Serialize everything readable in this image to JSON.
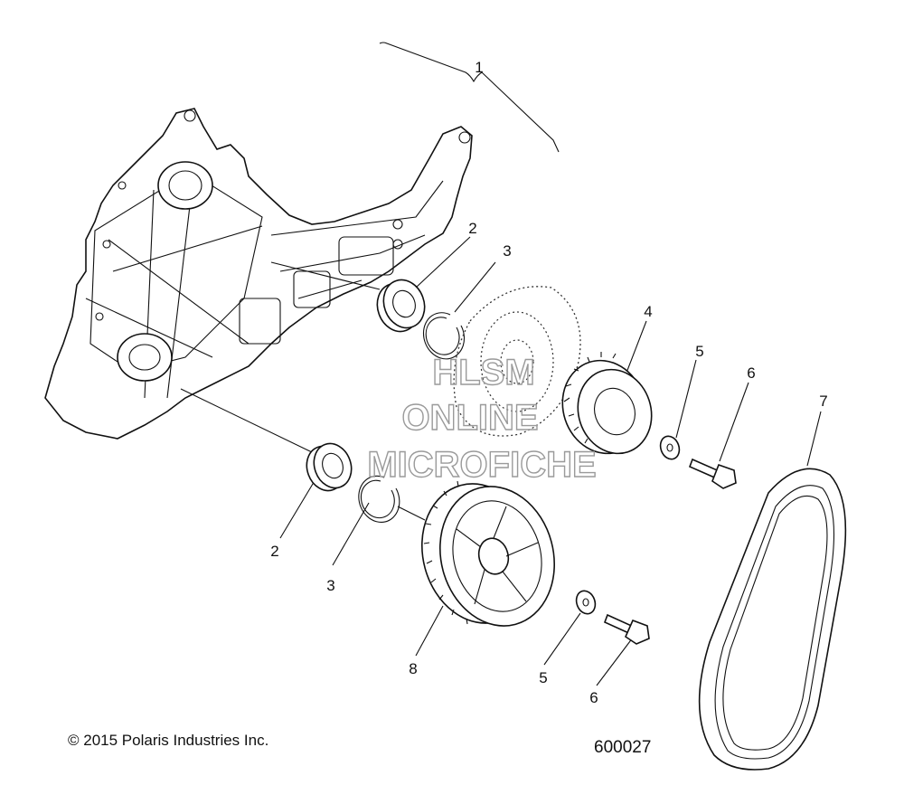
{
  "callouts": {
    "c1": "1",
    "c2a": "2",
    "c2b": "2",
    "c3a": "3",
    "c3b": "3",
    "c4": "4",
    "c5a": "5",
    "c5b": "5",
    "c6a": "6",
    "c6b": "6",
    "c7": "7",
    "c8": "8"
  },
  "copyright": "© 2015 Polaris Industries Inc.",
  "figure_number": "600027",
  "watermark": {
    "line1": "HLSM",
    "line2": "ONLINE",
    "line3": "MICROFICHE"
  }
}
